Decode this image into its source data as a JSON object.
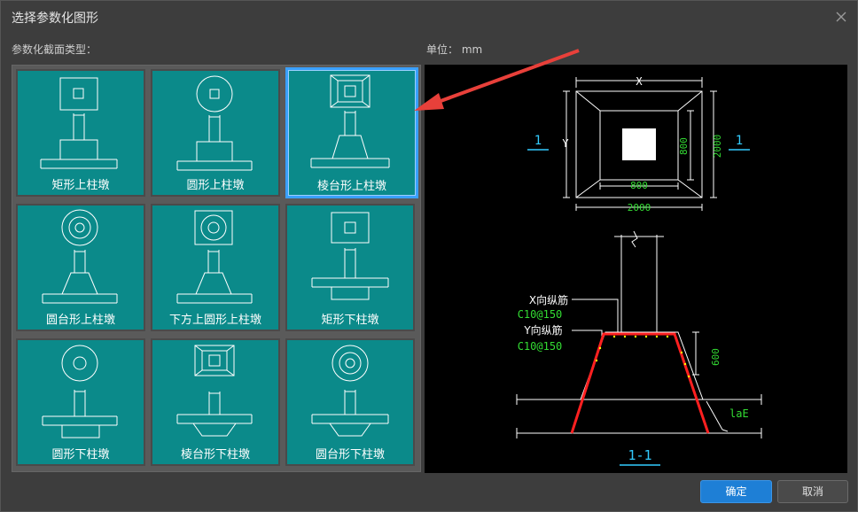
{
  "window": {
    "title": "选择参数化图形"
  },
  "labels": {
    "section_types": "参数化截面类型：",
    "unit": "单位： mm"
  },
  "tiles": [
    {
      "label": "矩形上柱墩",
      "selected": false
    },
    {
      "label": "圆形上柱墩",
      "selected": false
    },
    {
      "label": "棱台形上柱墩",
      "selected": true
    },
    {
      "label": "圆台形上柱墩",
      "selected": false
    },
    {
      "label": "下方上圆形上柱墩",
      "selected": false
    },
    {
      "label": "矩形下柱墩",
      "selected": false
    },
    {
      "label": "圆形下柱墩",
      "selected": false
    },
    {
      "label": "棱台形下柱墩",
      "selected": false
    },
    {
      "label": "圆台形下柱墩",
      "selected": false
    }
  ],
  "preview": {
    "dim_x": "X",
    "dim_y": "Y",
    "dim_800_v": "800",
    "dim_2000_v": "2000",
    "dim_800_h": "800",
    "dim_2000_h": "2000",
    "section_mark_left": "1",
    "section_mark_right": "1",
    "x_rebar_label": "X向纵筋",
    "x_rebar_value": "C10@150",
    "y_rebar_label": "Y向纵筋",
    "y_rebar_value": "C10@150",
    "dim_600": "600",
    "dim_lae": "laE",
    "section_title": "1-1"
  },
  "buttons": {
    "ok": "确定",
    "cancel": "取消"
  },
  "colors": {
    "tile_bg": "#0b8a8a",
    "accent": "#1e7fd6",
    "arrow": "#e8403a",
    "cad_green": "#33dd33",
    "cad_cyan": "#33ccff",
    "rebar": "#ff2020"
  }
}
